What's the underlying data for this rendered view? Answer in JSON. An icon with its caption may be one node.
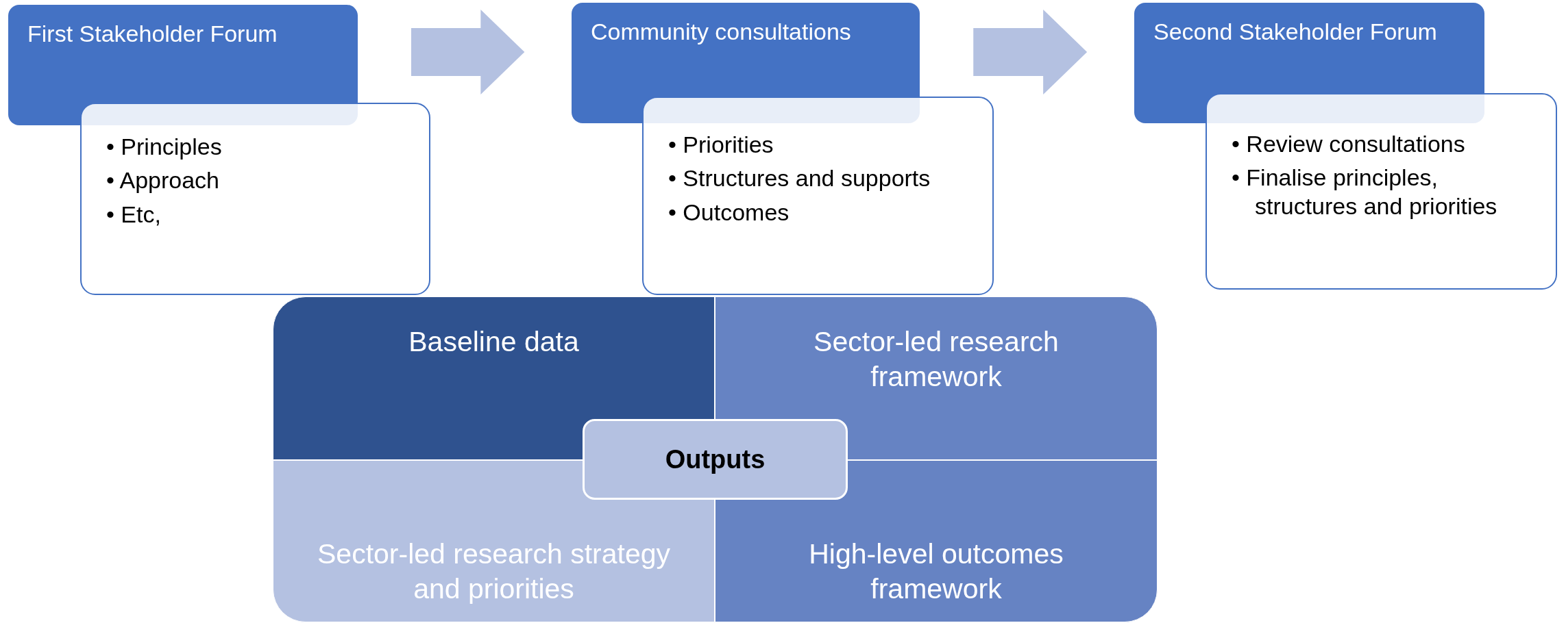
{
  "diagram": {
    "nodes": [
      {
        "text": [
          "First Stakeholder Forum"
        ]
      },
      {
        "text": [
          "• Principles",
          "• Approach",
          "• Etc,"
        ]
      },
      {
        "text": [
          "Community consultations"
        ]
      },
      {
        "text": [
          "• Priorities",
          "• Structures and supports",
          "• Outcomes"
        ]
      },
      {
        "text": [
          "Second Stakeholder Forum"
        ]
      },
      {
        "text": [
          "• Review consultations",
          "• Finalise principles, structures and priorities"
        ]
      },
      {
        "text": [
          "Baseline data"
        ]
      },
      {
        "text": [
          "Sector-led research framework"
        ]
      },
      {
        "text": [
          "Outputs"
        ]
      },
      {
        "text": [
          "Sector-led research strategy and priorities"
        ]
      },
      {
        "text": [
          "High-level outcomes framework"
        ]
      }
    ],
    "edges": [
      {
        "from": 0,
        "to": 2,
        "arrow": "to",
        "style": "thick",
        "color": "#b4c1e1"
      },
      {
        "from": 2,
        "to": 4,
        "arrow": "to",
        "style": "thick",
        "color": "#b4c1e1"
      }
    ]
  }
}
